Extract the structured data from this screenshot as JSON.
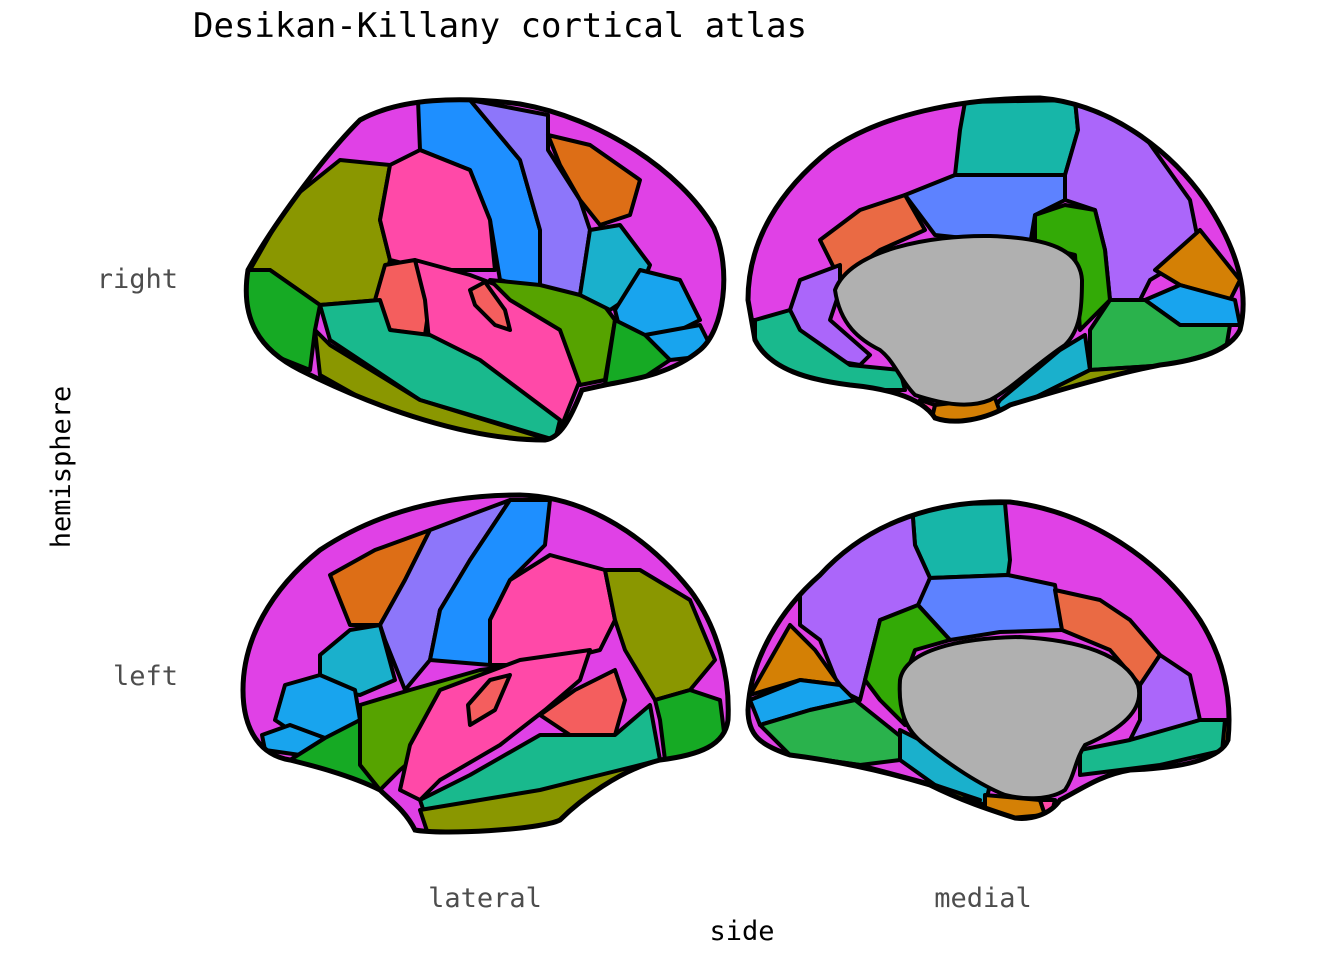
{
  "title": "Desikan-Killany cortical atlas",
  "x_axis_label": "side",
  "y_axis_label": "hemisphere",
  "columns": [
    "lateral",
    "medial"
  ],
  "rows": [
    "right",
    "left"
  ],
  "colors": {
    "magenta": "#E041E6",
    "blue": "#1E8FFF",
    "lavender": "#8D76FA",
    "orange": "#DD6E16",
    "olive": "#8A9700",
    "pink": "#FF49A8",
    "salmon": "#F45E5E",
    "green": "#16AA24",
    "teal": "#19B98D",
    "lime": "#56A300",
    "cyan": "#1AB0CC",
    "skyblue": "#18A4EE",
    "darkgreen": "#2AB24C",
    "tealblue": "#17B6A8",
    "periwinkle": "#5D82FF",
    "coral": "#EA6A44",
    "violet": "#AB66FA",
    "grass": "#33AA06",
    "amber": "#D48005",
    "gray": "#B0B0B0"
  }
}
